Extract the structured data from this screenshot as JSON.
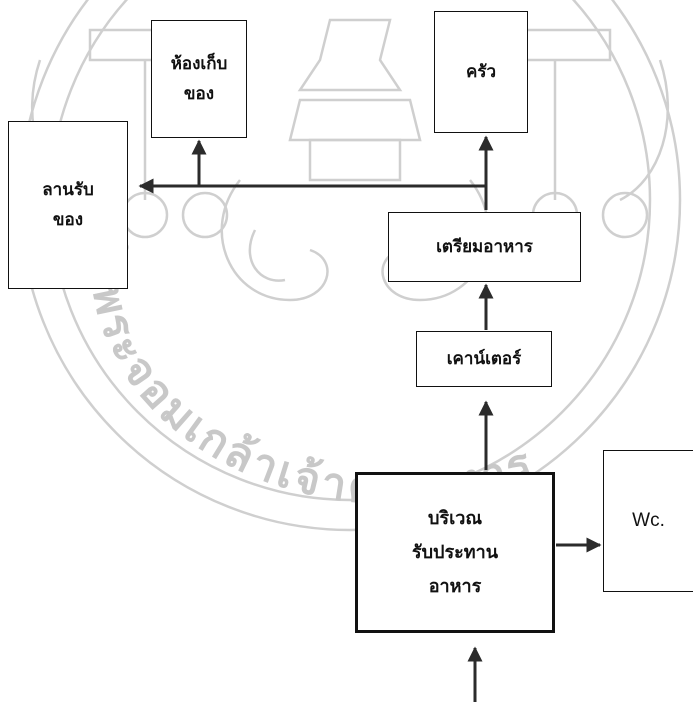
{
  "nodes": {
    "storage": {
      "line1": "ห้องเก็บ",
      "line2": "ของ"
    },
    "kitchen": {
      "label": "ครัว"
    },
    "receiving": {
      "line1": "ลานรับ",
      "line2": "ของ"
    },
    "prep": {
      "label": "เตรียมอาหาร"
    },
    "counter": {
      "label": "เคาน์เตอร์"
    },
    "dining": {
      "line1": "บริเวณ",
      "line2": "รับประทาน",
      "line3": "อาหาร"
    },
    "wc": {
      "label": "Wc."
    }
  },
  "watermark": {
    "arc_text": "ลัยพระจอมเกล้าเจ้าคุณทหาร",
    "color": "#c8c8c8"
  },
  "colors": {
    "line": "#2b2b2b",
    "box_border": "#111111"
  }
}
